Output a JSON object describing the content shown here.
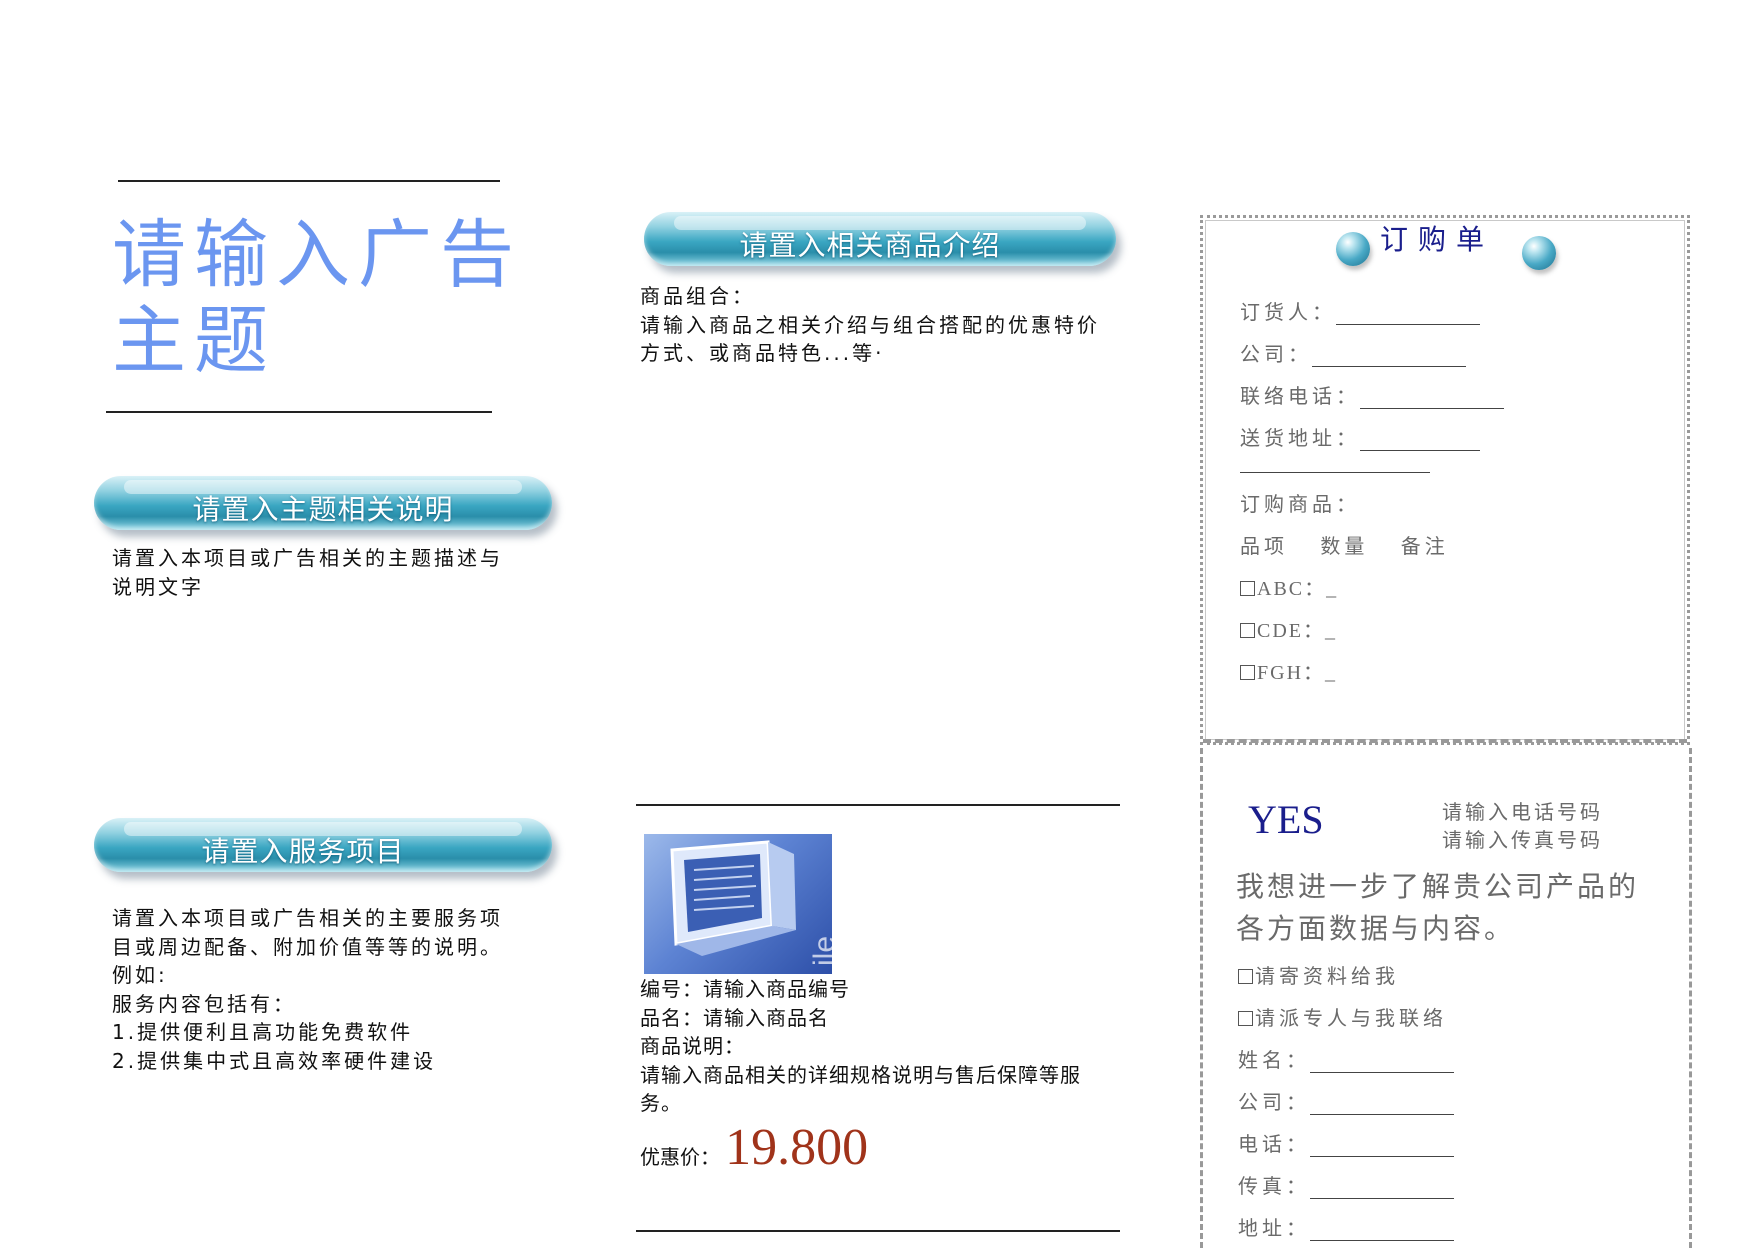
{
  "left_panel": {
    "main_title_lines": [
      "请输入广告",
      "主题"
    ],
    "section1": {
      "pill_label": "请置入主题相关说明",
      "lines": [
        "请置入本项目或广告相关的主题描述与",
        "说明文字"
      ]
    },
    "section2": {
      "pill_label": "请置入服务项目",
      "lines": [
        "请置入本项目或广告相关的主要服务项",
        "目或周边配备、附加价值等等的说明。",
        "例如:",
        "服务内容包括有：",
        "1.提供便利且高功能免费软件",
        "2.提供集中式且高效率硬件建设"
      ]
    }
  },
  "middle_panel": {
    "pill_label": "请置入相关商品介绍",
    "intro_lines": [
      "商品组合：",
      "请输入商品之相关介绍与组合搭配的优惠特价",
      "方式、或商品特色...等·"
    ],
    "product": {
      "photo_name": "computer-monitor-photo",
      "photo_text": "ile",
      "lines": [
        "编号：请输入商品编号",
        "品名：请输入商品名",
        "商品说明："
      ],
      "desc_lines": [
        "请输入商品相关的详细规格说明与售后保障等服",
        "务。"
      ],
      "price_label": "优惠价：",
      "price_value": "19.800"
    }
  },
  "order_form": {
    "title": "订购单",
    "fields": {
      "orderer": "订货人：",
      "company": "公司：",
      "phone": "联络电话：",
      "address": "送货地址："
    },
    "items_label": "订购商品：",
    "table_headers": [
      "品项",
      "数量",
      "备注"
    ],
    "items": [
      "ABC：_",
      "CDE：_",
      "FGH：_"
    ]
  },
  "reply": {
    "yes": "YES",
    "contact_lines": [
      "请输入电话号码",
      "请输入传真号码"
    ],
    "statement_lines": [
      "我想进一步了解贵公司产品的",
      "各方面数据与内容。"
    ],
    "options": [
      "请寄资料给我",
      "请派专人与我联络"
    ],
    "fields": [
      "姓名：",
      "公司：",
      "电话：",
      "传真：",
      "地址："
    ]
  },
  "colors": {
    "title_blue": "#6b96f0",
    "navy": "#1a1e8c",
    "price_red": "#a0331a",
    "form_gray": "#6a6a6a"
  }
}
